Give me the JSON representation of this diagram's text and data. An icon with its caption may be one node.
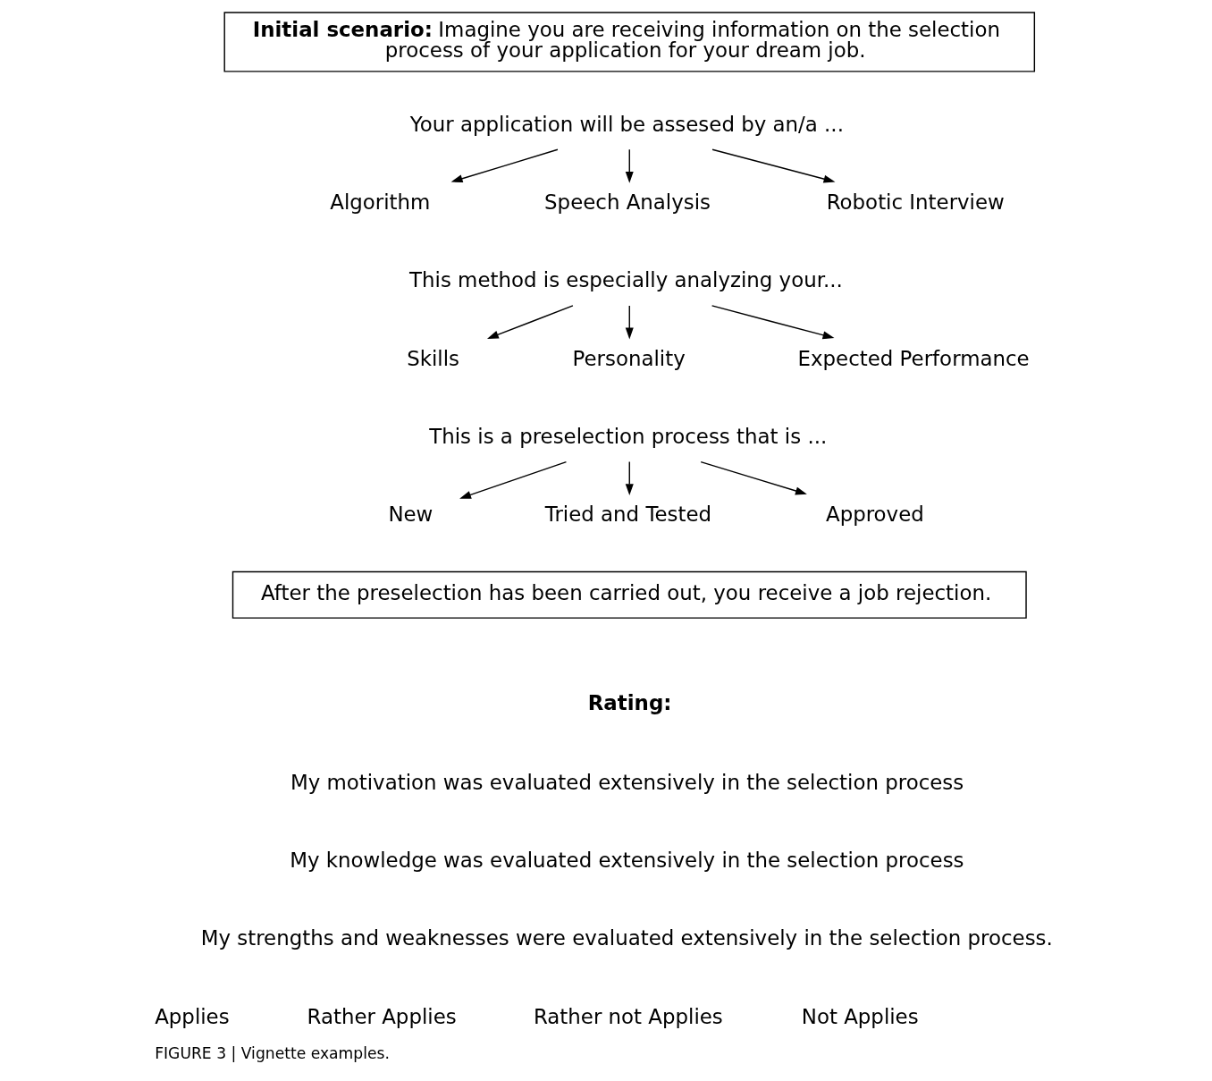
{
  "diagram": {
    "caption": "FIGURE 3 | Vignette examples.",
    "nodes": [
      {
        "text": [
          "**Initial scenario:** Imagine you are receiving information on the selection process of your application for your dream job."
        ]
      },
      {
        "text": [
          "Your application will be assesed by an/a ..."
        ]
      },
      {
        "text": [
          "Algorithm"
        ]
      },
      {
        "text": [
          "Speech Analysis"
        ]
      },
      {
        "text": [
          "Robotic Interview"
        ]
      },
      {
        "text": [
          "This method is especially analyzing your..."
        ]
      },
      {
        "text": [
          "Skills"
        ]
      },
      {
        "text": [
          "Personality"
        ]
      },
      {
        "text": [
          "Expected Performance"
        ]
      },
      {
        "text": [
          "This is a preselection process that is ..."
        ]
      },
      {
        "text": [
          "New"
        ]
      },
      {
        "text": [
          "Tried and Tested"
        ]
      },
      {
        "text": [
          "Approved"
        ]
      },
      {
        "text": [
          "After the preselection has been carried out, you receive a job rejection."
        ]
      }
    ],
    "edges": [
      {
        "from": 1,
        "to": 2,
        "arrow": "to"
      },
      {
        "from": 1,
        "to": 3,
        "arrow": "to"
      },
      {
        "from": 1,
        "to": 4,
        "arrow": "to"
      },
      {
        "from": 5,
        "to": 6,
        "arrow": "to"
      },
      {
        "from": 5,
        "to": 7,
        "arrow": "to"
      },
      {
        "from": 5,
        "to": 8,
        "arrow": "to"
      },
      {
        "from": 9,
        "to": 10,
        "arrow": "to"
      },
      {
        "from": 9,
        "to": 11,
        "arrow": "to"
      },
      {
        "from": 9,
        "to": 12,
        "arrow": "to"
      }
    ],
    "labels": [
      "**Rating:**",
      "My motivation was evaluated extensively in the selection process",
      "My knowledge was evaluated extensively in the selection process",
      "My strengths and weaknesses were evaluated extensively in the selection process.",
      "Applies",
      "Rather Applies",
      "Rather not Applies",
      "Not Applies"
    ]
  }
}
